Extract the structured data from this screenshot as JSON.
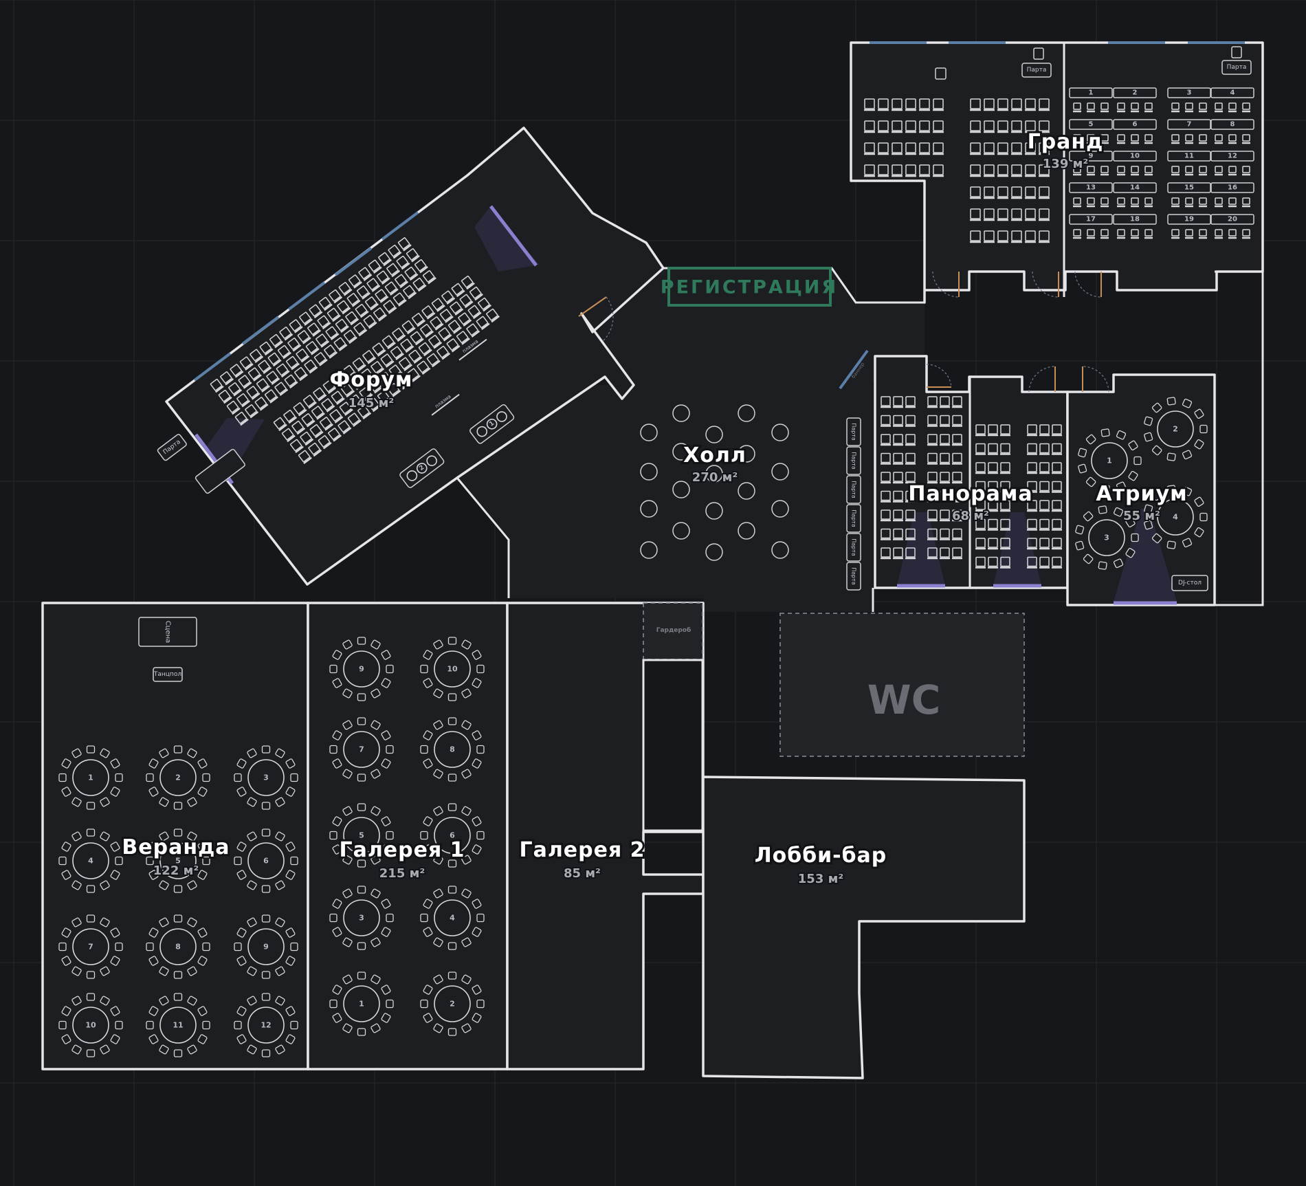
{
  "rooms": {
    "forum": {
      "name": "Форум",
      "area": "145 м²"
    },
    "hall": {
      "name": "Холл",
      "area": "270 м²"
    },
    "grand": {
      "name": "Гранд",
      "area": "139 м²"
    },
    "panorama": {
      "name": "Панорама",
      "area": "68 м²"
    },
    "atrium": {
      "name": "Атриум",
      "area": "55 м²"
    },
    "veranda": {
      "name": "Веранда",
      "area": "122 м²"
    },
    "gallery1": {
      "name": "Галерея 1",
      "area": "215 м²"
    },
    "gallery2": {
      "name": "Галерея 2",
      "area": "85 м²"
    },
    "lobbybar": {
      "name": "Лобби-бар",
      "area": "153 м²"
    }
  },
  "labels": {
    "registration": "РЕГИСТРАЦИЯ",
    "wc": "WC",
    "wardrobe": "Гардероб",
    "stage": "Сцена",
    "dancefloor": "Танцпол",
    "desk": "Парта",
    "dj": "DJ-стол",
    "plasma": "плазма",
    "banner": "баннер"
  },
  "colors": {
    "background": "#16171b",
    "floor": "#1c1e22",
    "wall": "#e6e6ea",
    "window": "#5b7fa6",
    "door": "#c88e54",
    "screen": "#8b7fd0",
    "registration": "#2f7a5a"
  },
  "tables": {
    "veranda": [
      1,
      2,
      3,
      4,
      5,
      6,
      7,
      8,
      9,
      10,
      11,
      12
    ],
    "gallery1": [
      1,
      2,
      3,
      4,
      5,
      6,
      7,
      8,
      9,
      10
    ],
    "atrium": [
      1,
      2,
      3,
      4
    ],
    "grand": [
      1,
      2,
      3,
      4,
      5,
      6,
      7,
      8,
      9,
      10,
      11,
      12,
      13,
      14,
      15,
      16,
      17,
      18,
      19,
      20
    ],
    "forum_small": [
      1,
      2
    ]
  }
}
